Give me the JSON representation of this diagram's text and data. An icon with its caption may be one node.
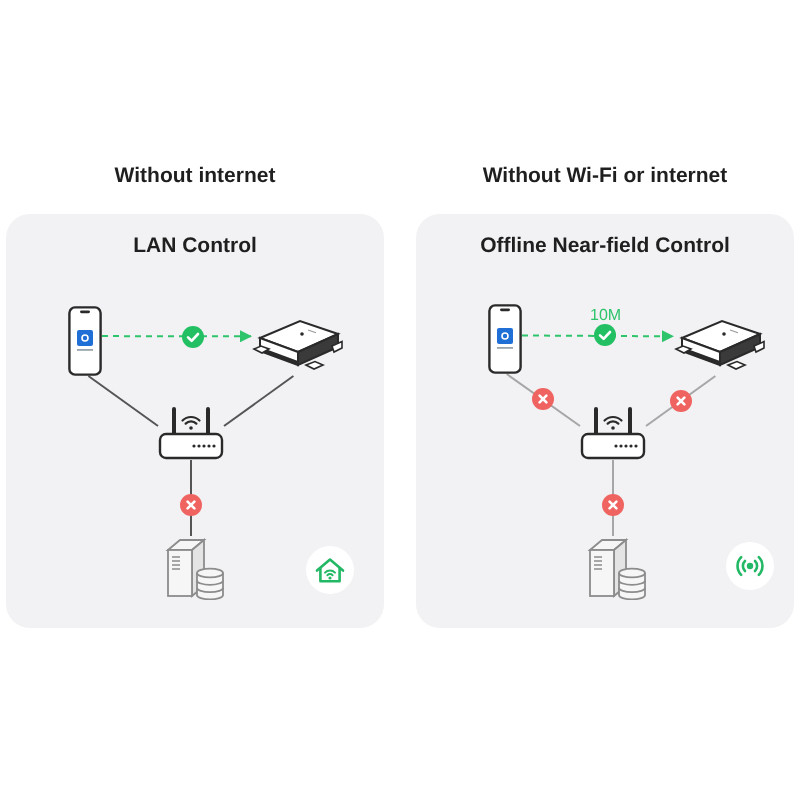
{
  "diagram": {
    "nodes": [
      {
        "text": [
          "Without internet",
          "LAN Control"
        ]
      },
      {
        "text": [],
        "shape": "picture",
        "in": 0
      },
      {
        "text": [],
        "shape": "picture",
        "in": 0
      },
      {
        "text": [],
        "shape": "picture",
        "in": 0
      },
      {
        "text": [],
        "shape": "picture",
        "in": 0
      },
      {
        "text": [],
        "shape": "circle",
        "in": 0
      },
      {
        "text": [
          "Without Wi-Fi or internet",
          "Offline Near-field Control"
        ]
      },
      {
        "text": [],
        "shape": "picture",
        "in": 6
      },
      {
        "text": [],
        "shape": "picture",
        "in": 6
      },
      {
        "text": [],
        "shape": "picture",
        "in": 6
      },
      {
        "text": [],
        "shape": "picture",
        "in": 6
      },
      {
        "text": [],
        "shape": "circle",
        "in": 6
      }
    ],
    "edges": [
      {
        "from": 1,
        "to": 2,
        "arrow": "to",
        "style": "dashed",
        "color": "#2ec46c"
      },
      {
        "from": 1,
        "to": 3,
        "arrow": "none"
      },
      {
        "from": 2,
        "to": 3,
        "arrow": "none"
      },
      {
        "from": 3,
        "to": 4,
        "arrow": "none"
      },
      {
        "from": 7,
        "to": 8,
        "arrow": "to",
        "label": "10M",
        "style": "dashed",
        "color": "#2ec46c"
      },
      {
        "from": 7,
        "to": 9,
        "arrow": "none",
        "color": "#a6a6a6"
      },
      {
        "from": 8,
        "to": 9,
        "arrow": "none",
        "color": "#a6a6a6"
      },
      {
        "from": 9,
        "to": 10,
        "arrow": "none",
        "color": "#a6a6a6"
      }
    ]
  }
}
